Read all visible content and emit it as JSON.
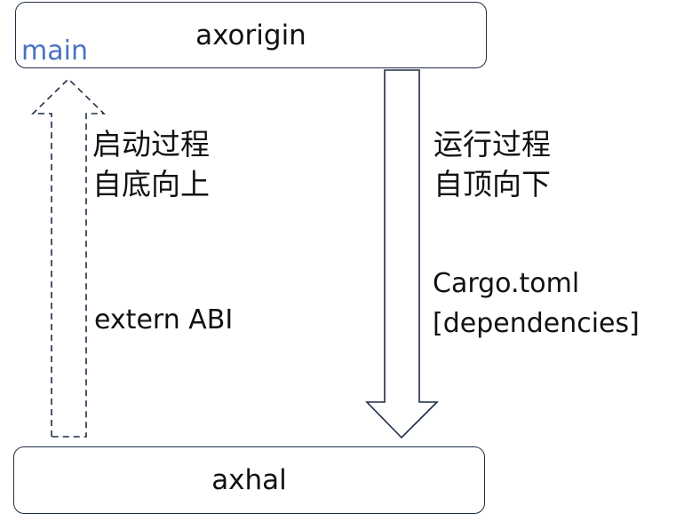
{
  "boxes": {
    "top": "axorigin",
    "bottom": "axhal"
  },
  "labels": {
    "main": "main",
    "startup_line1": "启动过程",
    "startup_line2": "自底向上",
    "runtime_line1": "运行过程",
    "runtime_line2": "自顶向下",
    "extern_abi": "extern ABI",
    "cargo_line1": "Cargo.toml",
    "cargo_line2": "[dependencies]"
  },
  "colors": {
    "border": "#1f2d45",
    "main_label": "#4a72c4",
    "text": "#111111"
  },
  "arrows": {
    "up": {
      "style": "dashed",
      "from": "axhal",
      "to": "axorigin"
    },
    "down": {
      "style": "solid",
      "from": "axorigin",
      "to": "axhal"
    }
  }
}
